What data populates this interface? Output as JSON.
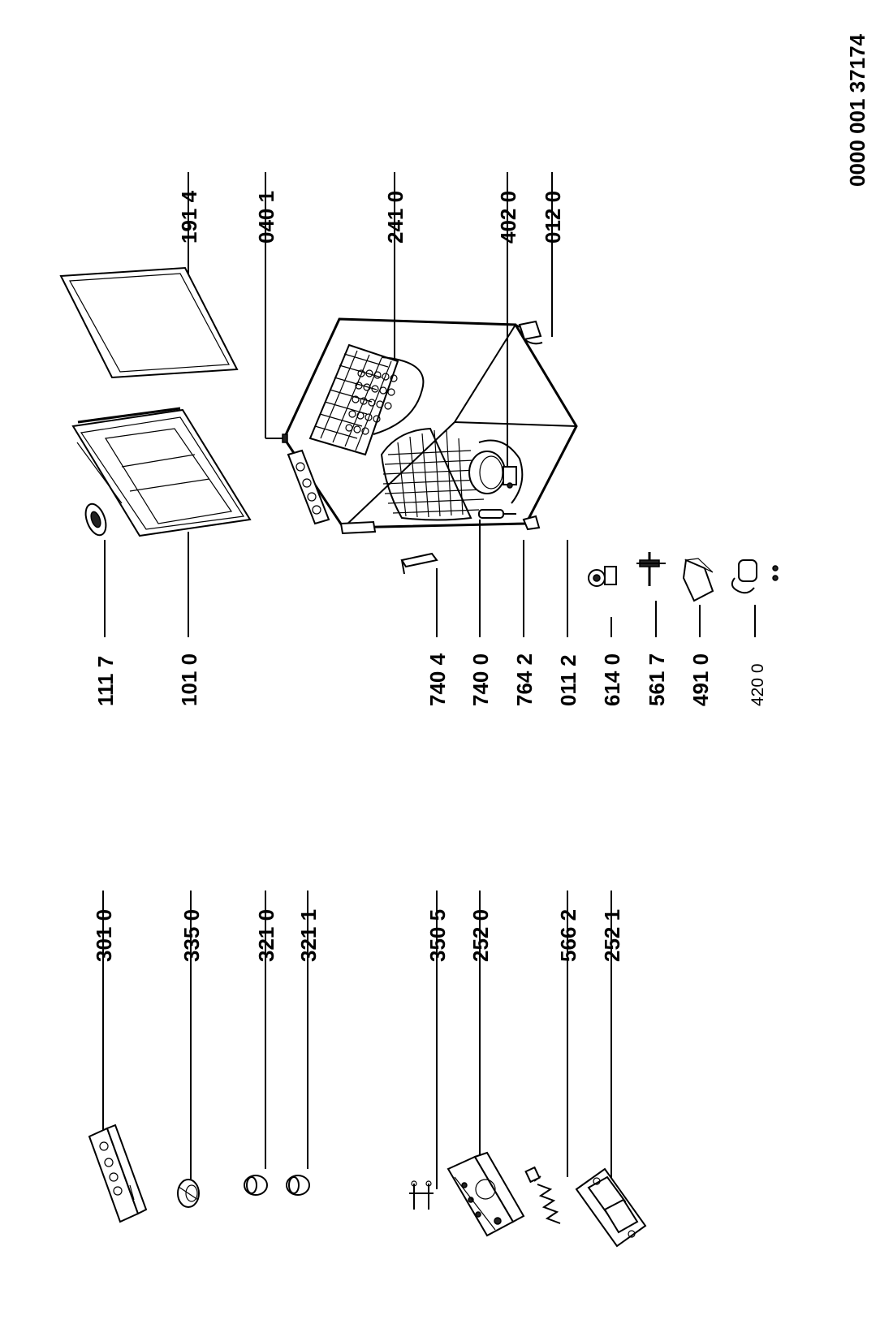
{
  "document_number": "0000 001 37174",
  "labels": {
    "p3010": "301 0",
    "p3350": "335 0",
    "p3210": "321 0",
    "p3211": "321 1",
    "p3505": "350 5",
    "p2520": "252 0",
    "p5662": "566 2",
    "p2521": "252 1",
    "p1117": "111 7",
    "p1010": "101 0",
    "p7404": "740 4",
    "p7400": "740 0",
    "p7642": "764 2",
    "p0112": "011 2",
    "p6140": "614 0",
    "p5617": "561 7",
    "p4910": "491 0",
    "p4200": "420 0",
    "p1914": "191 4",
    "p0401": "040 1",
    "p2410": "241 0",
    "p4020": "402 0",
    "p0120": "012 0"
  }
}
